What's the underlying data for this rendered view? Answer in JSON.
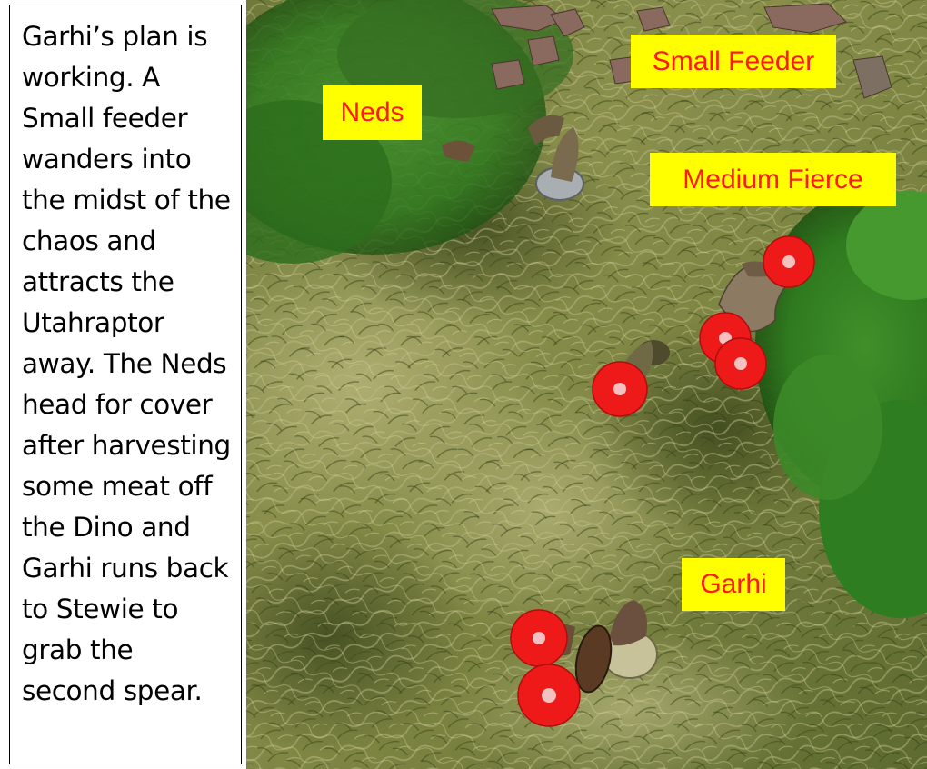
{
  "caption": {
    "text": "Garhi’s plan is working. A Small feeder wanders into the midst of the chaos and attracts the Utahraptor away. The Neds head for cover after harvesting some meat off the Dino and Garhi runs back to Stewie to grab the second spear."
  },
  "labels": {
    "neds": "Neds",
    "small_feeder": "Small Feeder",
    "medium_fierce": "Medium Fierce",
    "garhi": "Garhi"
  },
  "colors": {
    "label_background": "#ffff00",
    "label_text": "#ff1a1a",
    "token_red": "#ee1a1a"
  }
}
